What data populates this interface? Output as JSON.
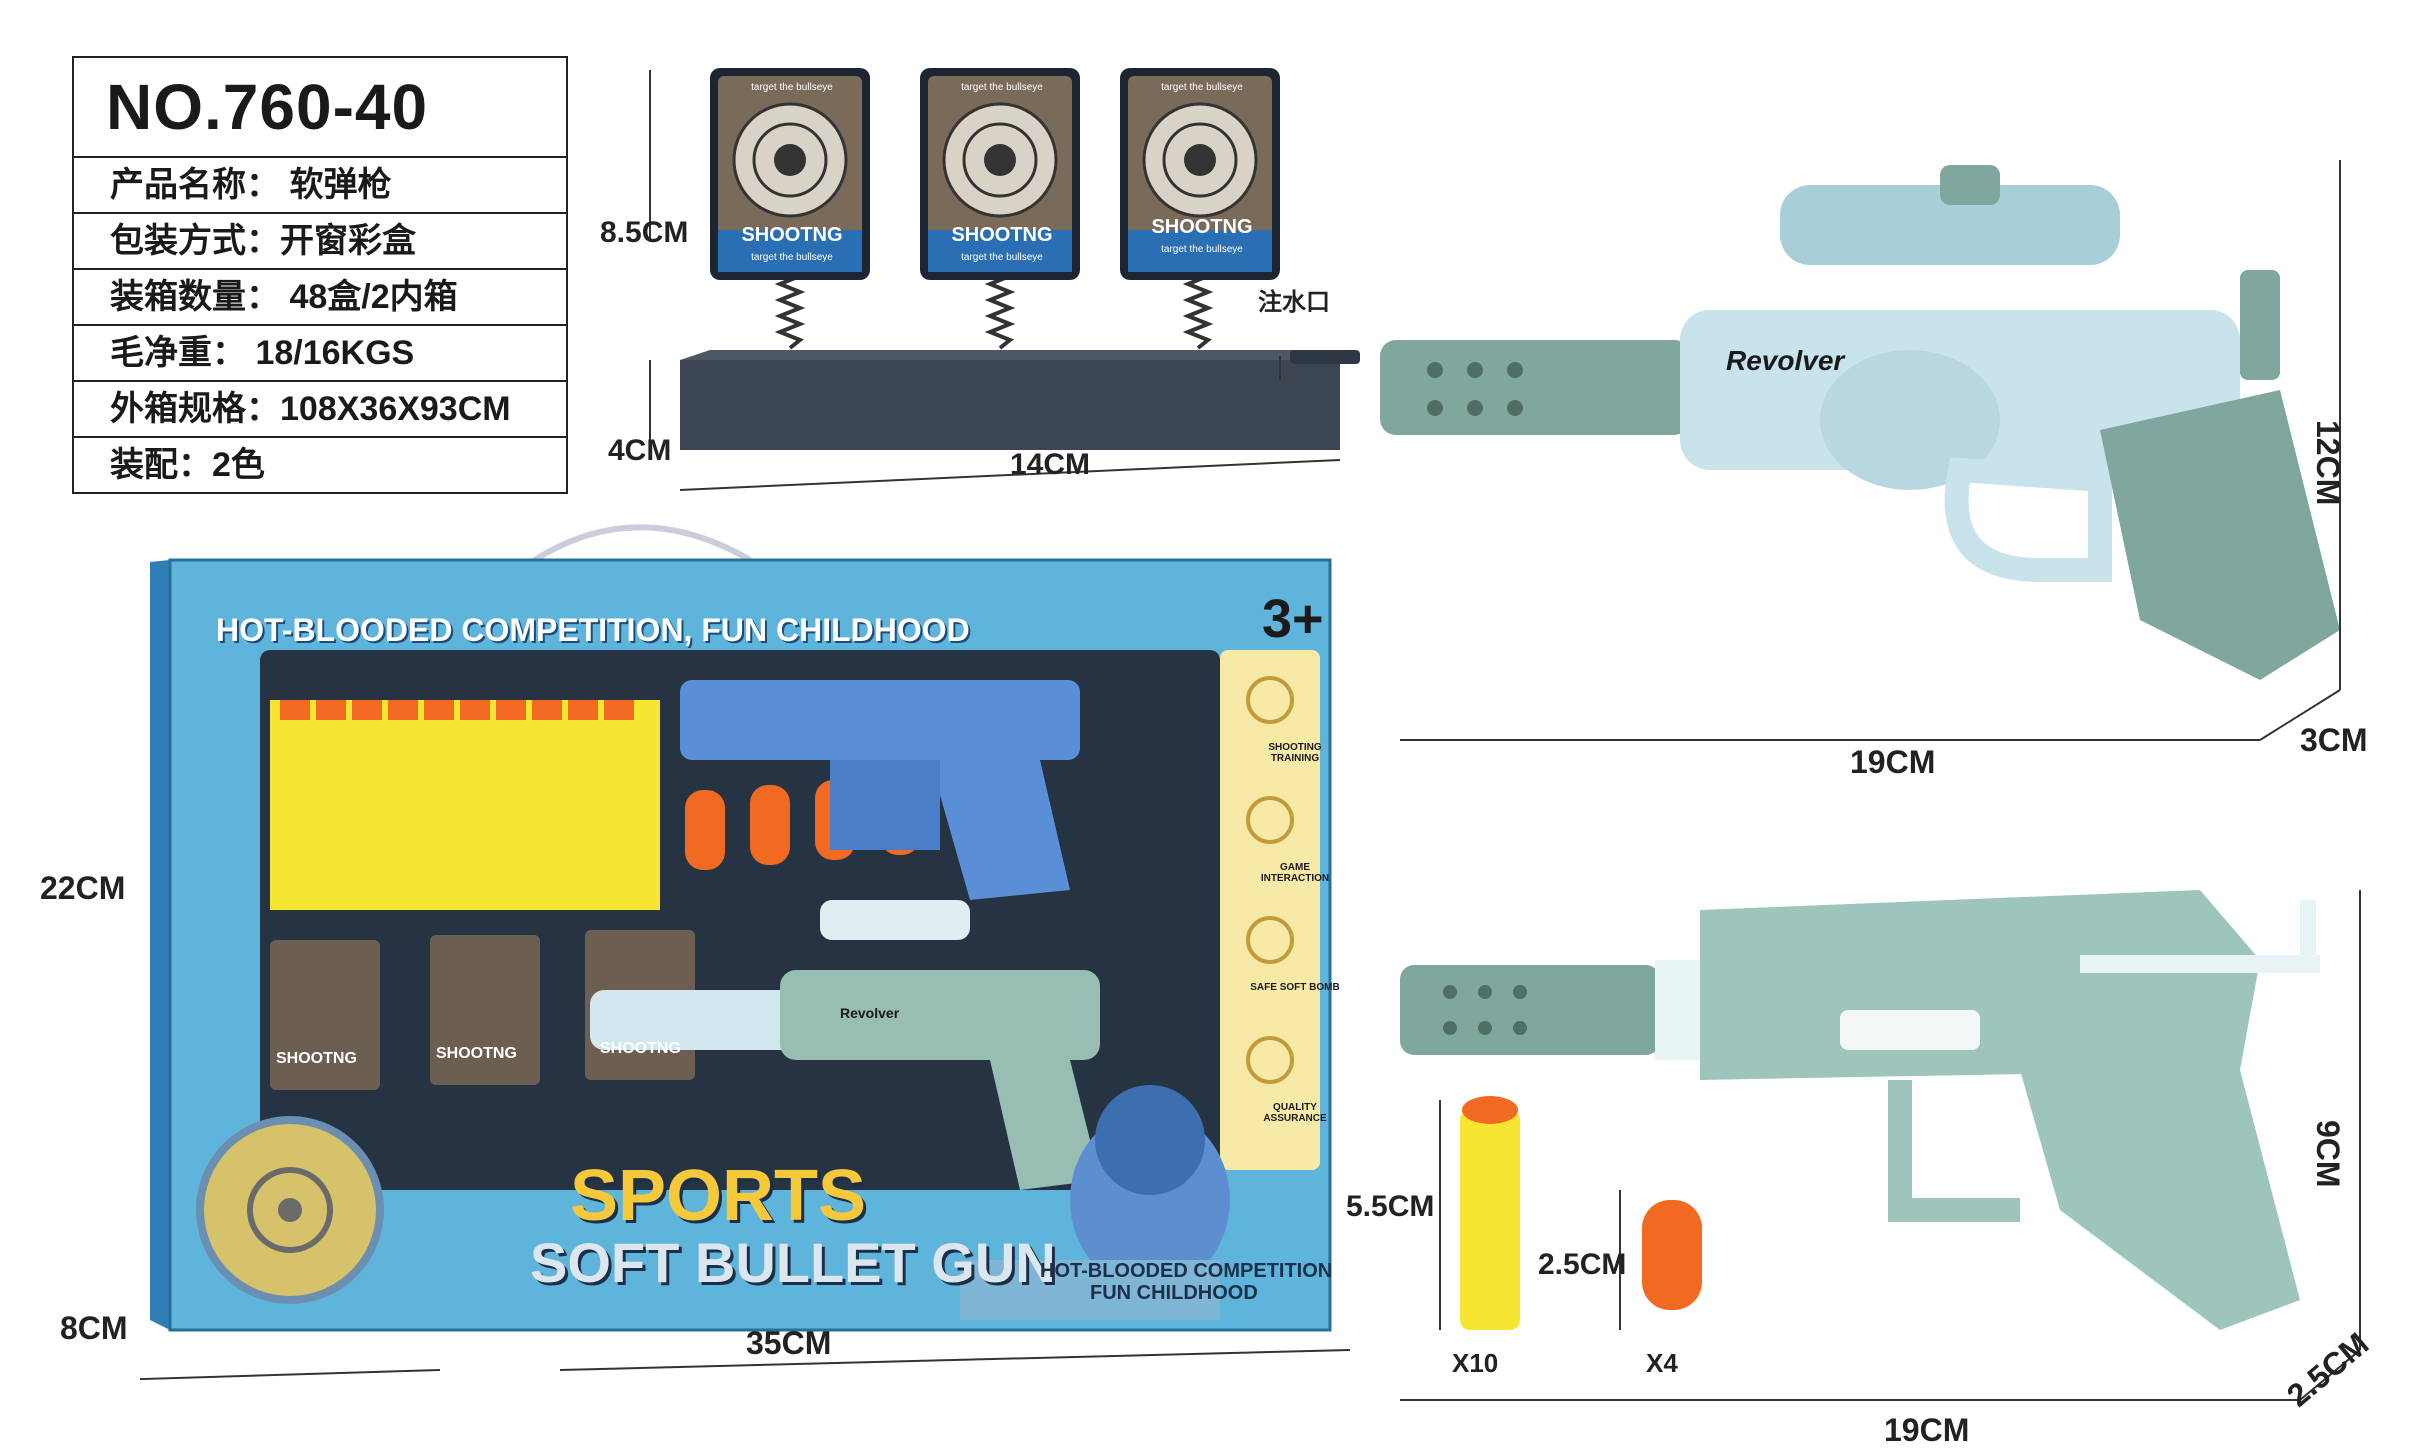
{
  "spec_table": {
    "model": "NO.760-40",
    "rows": [
      "产品名称：  软弹枪",
      "包装方式：开窗彩盒",
      "装箱数量：  48盒/2内箱",
      "毛净重：     18/16KGS",
      "外箱规格：108X36X93CM",
      "装配：2色"
    ]
  },
  "target": {
    "card_title": "SHOOTNG",
    "card_top": "target the bullseye",
    "card_sub": "target the bullseye",
    "dim_height": "8.5CM",
    "dim_base": "4CM",
    "dim_width": "14CM",
    "water_inlet": "注水口"
  },
  "box": {
    "slogan": "HOT-BLOODED COMPETITION, FUN CHILDHOOD",
    "age": "3+",
    "logo_top": "SPORTS",
    "logo_bottom": "SOFT BULLET GUN",
    "tagline_1": "HOT-BLOODED COMPETITION",
    "tagline_2": "FUN CHILDHOOD",
    "features": [
      "SHOOTING TRAINING",
      "GAME INTERACTION",
      "SAFE SOFT BOMB",
      "QUALITY ASSURANCE"
    ],
    "revolver_label": "Revolver",
    "dim_height": "22CM",
    "dim_depth": "8CM",
    "dim_width": "35CM"
  },
  "revolver": {
    "label": "Revolver",
    "dim_height": "12CM",
    "dim_width": "19CM",
    "dim_depth": "3CM"
  },
  "pistol": {
    "dim_height": "9CM",
    "dim_width": "19CM",
    "dim_depth": "2.5CM"
  },
  "ammo": {
    "dart_length": "5.5CM",
    "dart_count": "X10",
    "bullet_length": "2.5CM",
    "bullet_count": "X4"
  },
  "colors": {
    "revolver_body": "#c9e3ec",
    "teal": "#7fa79e",
    "box_blue": "#5fb4dc",
    "dart_yellow": "#f6e531",
    "bullet_orange": "#f26a22",
    "target_base": "#3b4652"
  }
}
